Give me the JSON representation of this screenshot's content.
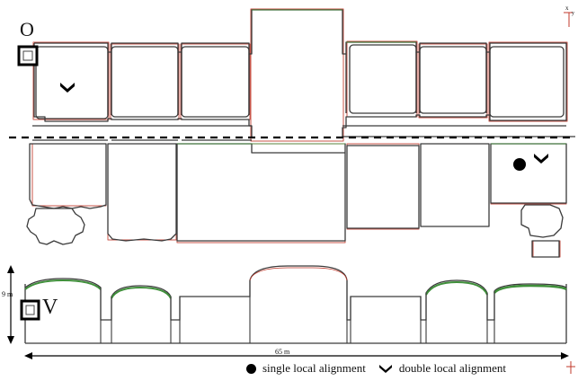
{
  "labels": {
    "origin": "O",
    "vertical": "V",
    "height_dimension": "9 m",
    "width_dimension": "65 m",
    "axis_x": "x",
    "axis_y": "y"
  },
  "legend": {
    "single": "single local alignment",
    "double": "double local alignment"
  },
  "colors": {
    "outline": "#3a3a3a",
    "red_scan": "#c0392b",
    "green_scan": "#3f8f3a",
    "marker": "#000000"
  },
  "icons": {
    "single_marker": "filled-circle",
    "double_marker": "chevron-down"
  }
}
